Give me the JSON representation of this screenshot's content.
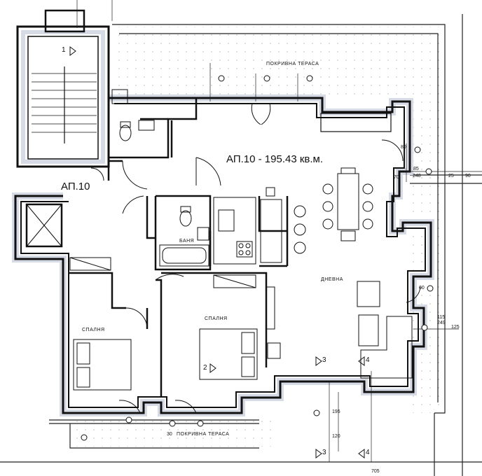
{
  "title": "АП.10 - 195.43 кв.м.",
  "apartment_tag": "АП.10",
  "rooms": {
    "roof_terrace_top": "ПОКРИВНА ТЕРАСА",
    "roof_terrace_bottom": "ПОКРИВНА ТЕРАСА",
    "living": "ДНЕВНА",
    "bedroom_1": "СПАЛНЯ",
    "bedroom_2": "СПАЛНЯ",
    "bathroom": "БАНЯ"
  },
  "markers": {
    "stair_1": "1",
    "stair_2": "2",
    "axis_3": "3",
    "axis_4": "4",
    "axis_3b": "3",
    "axis_4b": "4"
  },
  "dims": {
    "d80": "80",
    "d70": "70",
    "d85": "85",
    "d248": "248",
    "d25": "25",
    "d90": "90",
    "d60": "60",
    "d125": "125",
    "d115": "115",
    "d249": "249",
    "d705": "705",
    "d195": "195",
    "d120": "120",
    "d30": "30"
  },
  "colors": {
    "wall": "#111111",
    "insulation": "#d6dbe6",
    "line": "#222222"
  }
}
